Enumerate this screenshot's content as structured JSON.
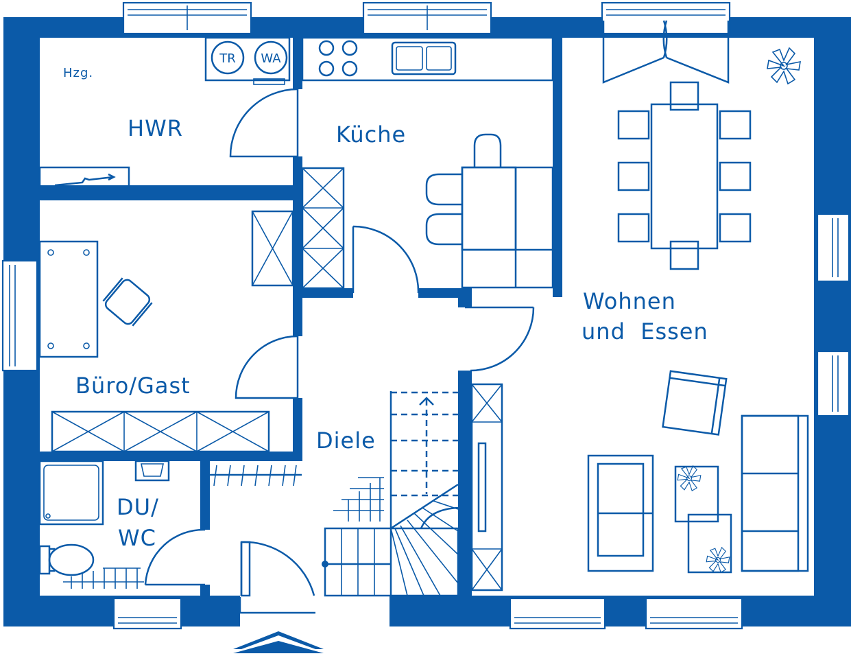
{
  "rooms": {
    "hwr": "HWR",
    "kueche": "Küche",
    "wohnen_line1": "Wohnen",
    "wohnen_line2": "und  Essen",
    "buero": "Büro/Gast",
    "diele": "Diele",
    "du_line1": "DU/",
    "du_line2": "WC"
  },
  "fixtures": {
    "heating": "Hzg.",
    "dryer": "TR",
    "washer": "WA"
  },
  "colors": {
    "walls": "#0b5aa8",
    "background": "#ffffff"
  },
  "icons": {
    "entrance": "entrance-arrow-icon",
    "plant": "plant-icon",
    "stairs": "staircase-icon"
  }
}
